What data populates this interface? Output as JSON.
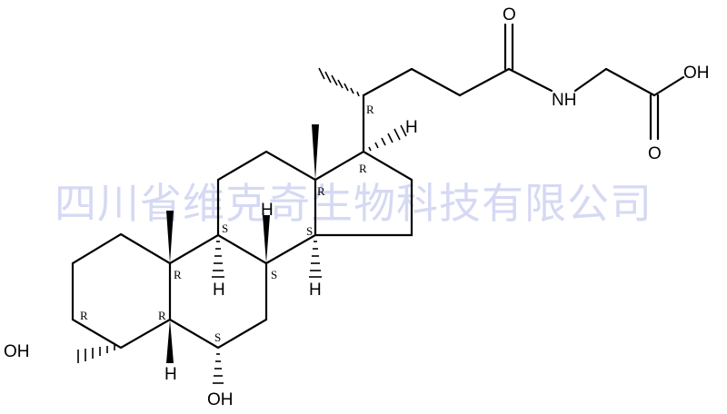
{
  "diagram": {
    "type": "chemical-structure",
    "compound_hint": "glycohyodeoxycholic acid (3α,6α-dihydroxy-5β-cholan-24-oylglycine)",
    "watermark": "四川省维克奇生物科技有限公司",
    "atom_labels": {
      "oh_c3": "OH",
      "oh_c6": "OH",
      "o_amide": "O",
      "nh": "NH",
      "oh_acid": "OH",
      "o_acid": "O",
      "h_c5": "H",
      "h_c9": "H",
      "h_c8": "H",
      "h_c14": "H",
      "h_c17": "H"
    },
    "stereo_labels": {
      "c3": "R",
      "c5": "R",
      "c6": "S",
      "c10": "R",
      "c9": "S",
      "c8": "S",
      "c14": "S",
      "c13": "R",
      "c17": "R",
      "c20": "R"
    }
  }
}
